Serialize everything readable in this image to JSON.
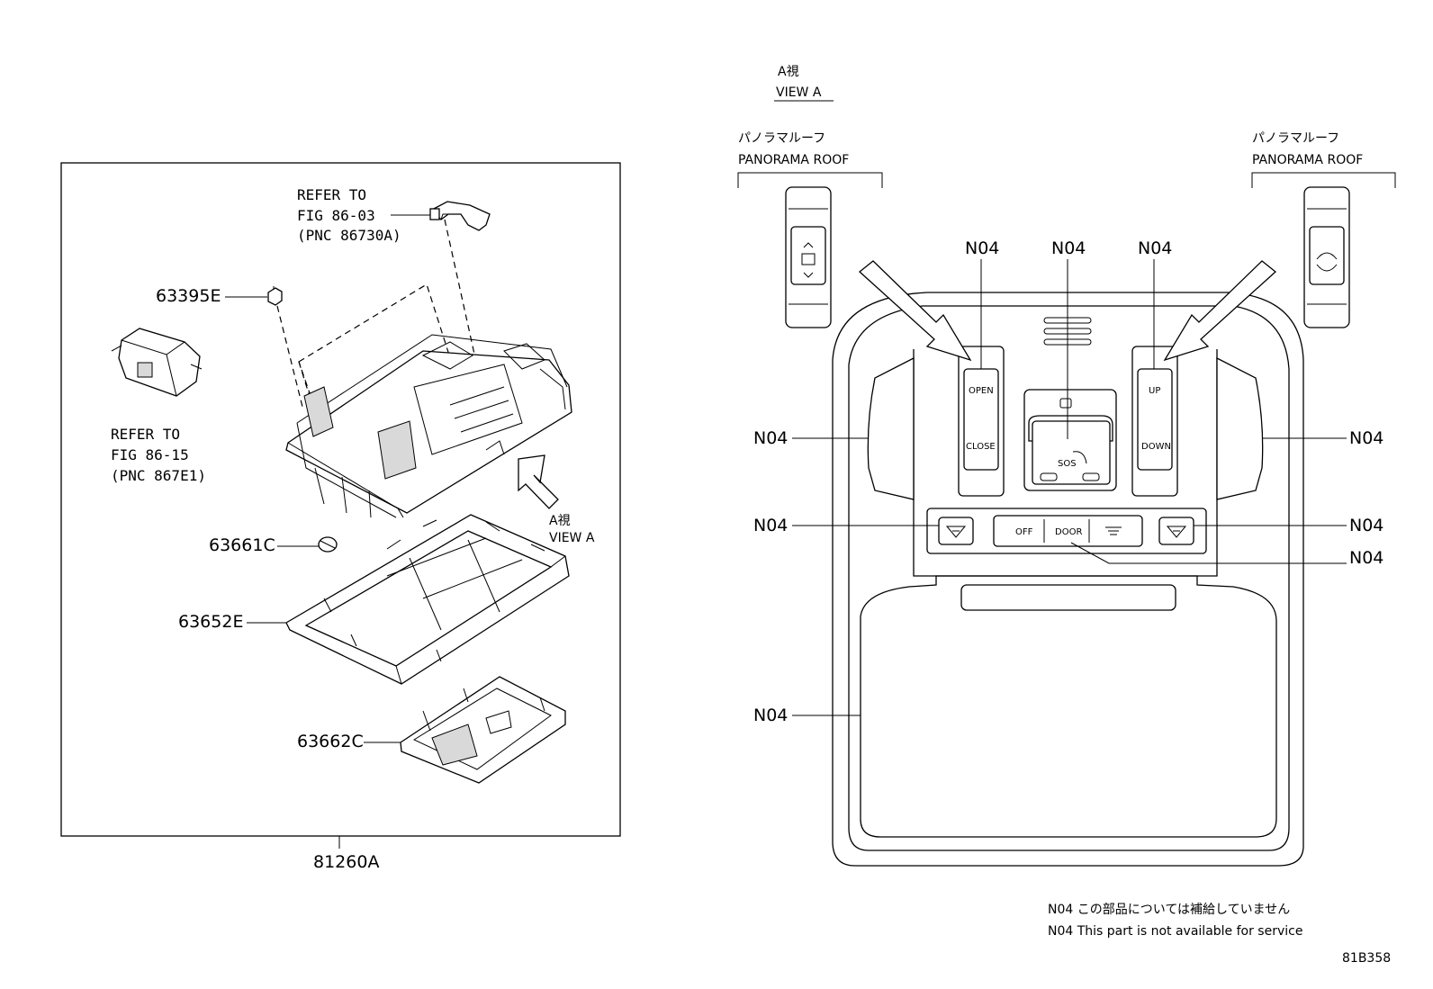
{
  "left": {
    "refer_top": [
      "REFER TO",
      "FIG 86-03",
      "(PNC 86730A)"
    ],
    "refer_left": [
      "REFER TO",
      "FIG 86-15",
      "(PNC 867E1)"
    ],
    "parts": {
      "p1": "63395E",
      "p2": "63661C",
      "p3": "63652E",
      "p4": "63662C",
      "assembly": "81260A"
    },
    "view_jp": "A視",
    "view_en": "VIEW A"
  },
  "right": {
    "view_jp": "A視",
    "view_en": "VIEW A",
    "roof_left_jp": "パノラマルーフ",
    "roof_left_en": "PANORAMA ROOF",
    "roof_right_jp": "パノラマルーフ",
    "roof_right_en": "PANORAMA ROOF",
    "callout": "N04",
    "buttons": {
      "open": "OPEN",
      "close": "CLOSE",
      "up": "UP",
      "down": "DOWN",
      "sos": "SOS",
      "off": "OFF",
      "door": "DOOR"
    }
  },
  "notes": {
    "jp": "N04 この部品については補給していません",
    "en": "N04 This part is not available for service"
  },
  "code": "81B358"
}
